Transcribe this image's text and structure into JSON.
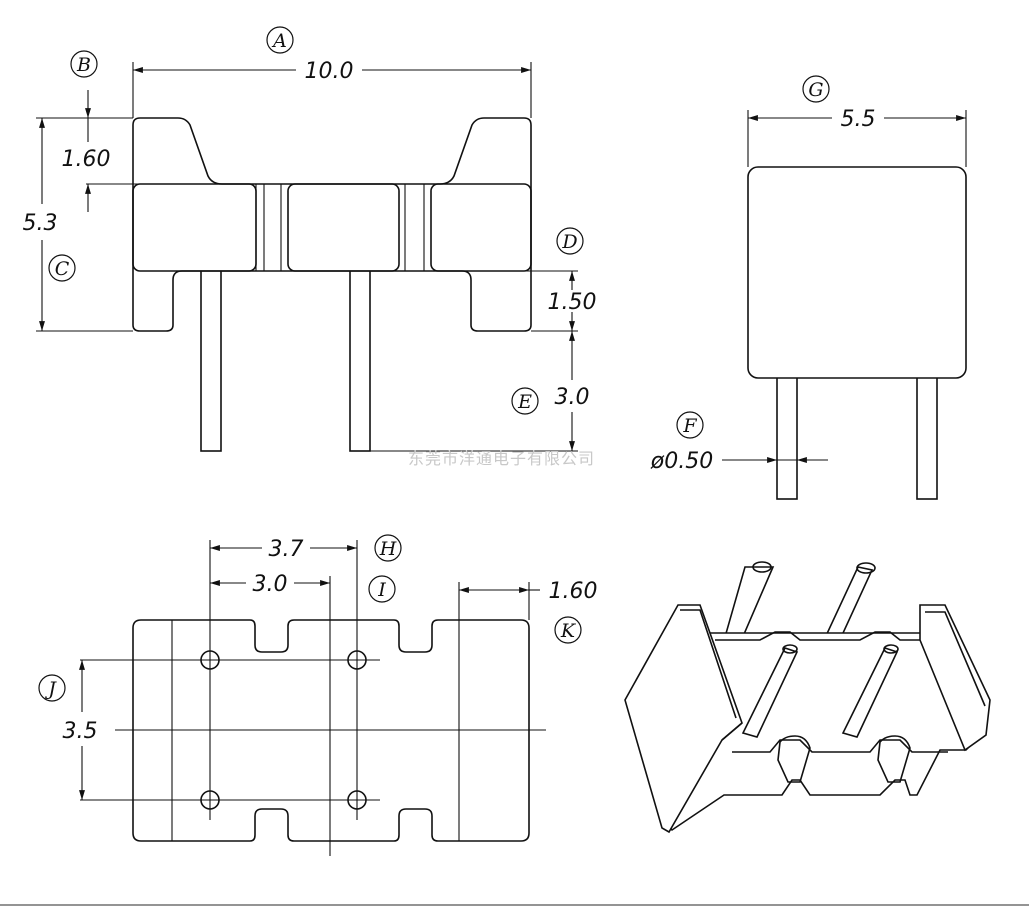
{
  "dimensions": {
    "A": "10.0",
    "B": "1.60",
    "C": "5.3",
    "D": "1.50",
    "E": "3.0",
    "F": "ø0.50",
    "G": "5.5",
    "H": "3.7",
    "I": "3.0",
    "J": "3.5",
    "K": "1.60"
  },
  "labels": {
    "A": "A",
    "B": "B",
    "C": "C",
    "D": "D",
    "E": "E",
    "F": "F",
    "G": "G",
    "H": "H",
    "I": "I",
    "J": "J",
    "K": "K"
  },
  "watermark": "东莞市洋通电子有限公司"
}
